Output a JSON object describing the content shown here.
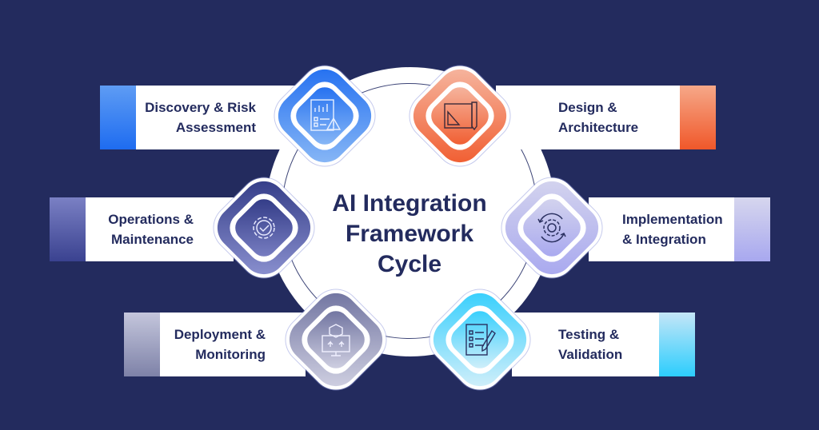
{
  "title": [
    "AI Integration",
    "Framework",
    "Cycle"
  ],
  "stages": [
    {
      "id": "discovery",
      "lines": [
        "Discovery & Risk",
        "Assessment"
      ],
      "icon": "report-warning-icon",
      "color_from": "#1e6cf0",
      "color_to": "#8fbcf6"
    },
    {
      "id": "design",
      "lines": [
        "Design &",
        "Architecture"
      ],
      "icon": "blueprint-icon",
      "color_from": "#f0582a",
      "color_to": "#f6bba6"
    },
    {
      "id": "operations",
      "lines": [
        "Operations &",
        "Maintenance"
      ],
      "icon": "gear-check-icon",
      "color_from": "#2e3783",
      "color_to": "#9096d4"
    },
    {
      "id": "implementation",
      "lines": [
        "Implementation",
        "& Integration"
      ],
      "icon": "gear-sync-icon",
      "color_from": "#d2d2ee",
      "color_to": "#a6a6ef"
    },
    {
      "id": "deployment",
      "lines": [
        "Deployment &",
        "Monitoring"
      ],
      "icon": "deploy-monitor-icon",
      "color_from": "#6a6e9c",
      "color_to": "#d6d6e6"
    },
    {
      "id": "testing",
      "lines": [
        "Testing &",
        "Validation"
      ],
      "icon": "checklist-pen-icon",
      "color_from": "#2ccdfd",
      "color_to": "#dcf1fa"
    }
  ]
}
